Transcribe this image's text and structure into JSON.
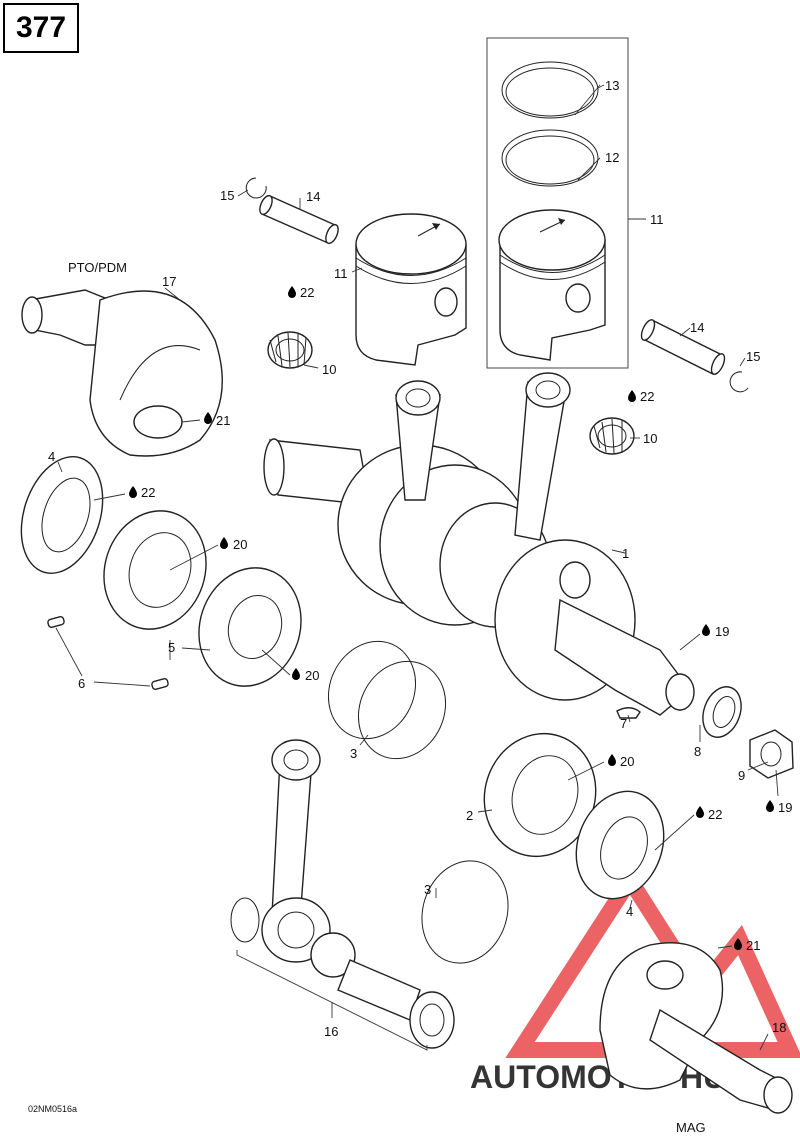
{
  "page_number": "377",
  "image_code": "02NM0516a",
  "side_labels": {
    "pto": "PTO/PDM",
    "mag": "MAG"
  },
  "watermark": {
    "text_a": "AUTOMOTO",
    "text_b": "HUB",
    "color_a": "#f2a25a",
    "color_b": "#8a8a8a",
    "triangle_color": "#e8484a"
  },
  "callouts": {
    "c1": "1",
    "c2": "2",
    "c3a": "3",
    "c3b": "3",
    "c4a": "4",
    "c4b": "4",
    "c5": "5",
    "c6": "6",
    "c7": "7",
    "c8": "8",
    "c9": "9",
    "c10a": "10",
    "c10b": "10",
    "c11a": "11",
    "c11b": "11",
    "c12": "12",
    "c13": "13",
    "c14a": "14",
    "c14b": "14",
    "c15a": "15",
    "c15b": "15",
    "c16": "16",
    "c17": "17",
    "c18": "18",
    "c19a": "19",
    "c19b": "19",
    "c20a": "20",
    "c20b": "20",
    "c20c": "20",
    "c21a": "21",
    "c21b": "21",
    "c22a": "22",
    "c22b": "22",
    "c22c": "22",
    "c22d": "22"
  }
}
